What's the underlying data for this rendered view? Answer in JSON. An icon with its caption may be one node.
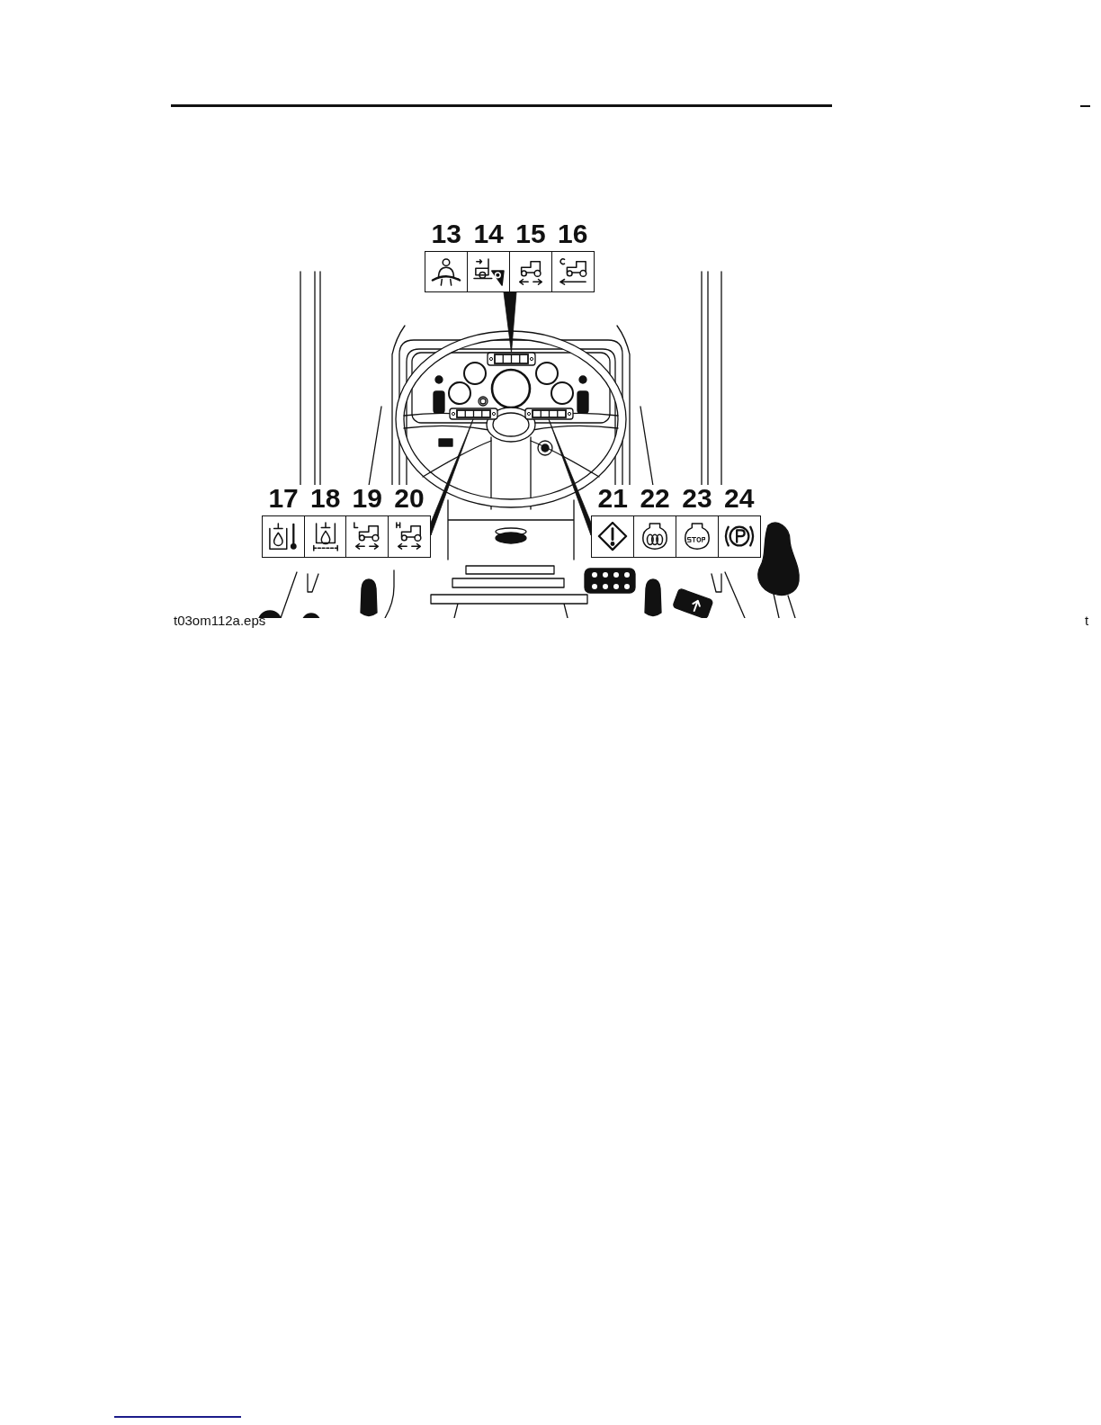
{
  "diagram": {
    "nodes": [
      {
        "text": [],
        "shape": "box"
      },
      {
        "text": [
          "13"
        ],
        "in": 0
      },
      {
        "text": [
          "14"
        ],
        "in": 0
      },
      {
        "text": [
          "15"
        ],
        "in": 0
      },
      {
        "text": [
          "16"
        ],
        "in": 0
      },
      {
        "text": [],
        "shape": "box"
      },
      {
        "text": [
          "17"
        ],
        "in": 5
      },
      {
        "text": [
          "18"
        ],
        "in": 5
      },
      {
        "text": [
          "19"
        ],
        "in": 5
      },
      {
        "text": [
          "20"
        ],
        "in": 5
      },
      {
        "text": [],
        "shape": "box"
      },
      {
        "text": [
          "21"
        ],
        "in": 10
      },
      {
        "text": [
          "22"
        ],
        "in": 10
      },
      {
        "text": [
          "23"
        ],
        "in": 10
      },
      {
        "text": [
          "24"
        ],
        "in": 10
      },
      {
        "text": [],
        "shape": "box"
      },
      {
        "text": [],
        "shape": "box"
      },
      {
        "text": [],
        "shape": "box"
      }
    ],
    "edges": [
      {
        "from": 0,
        "to": 15,
        "arrow": "none"
      },
      {
        "from": 5,
        "to": 16,
        "arrow": "none"
      },
      {
        "from": 10,
        "to": 17,
        "arrow": "none"
      }
    ],
    "labels": [
      "t03om112a.eps",
      "t"
    ]
  }
}
